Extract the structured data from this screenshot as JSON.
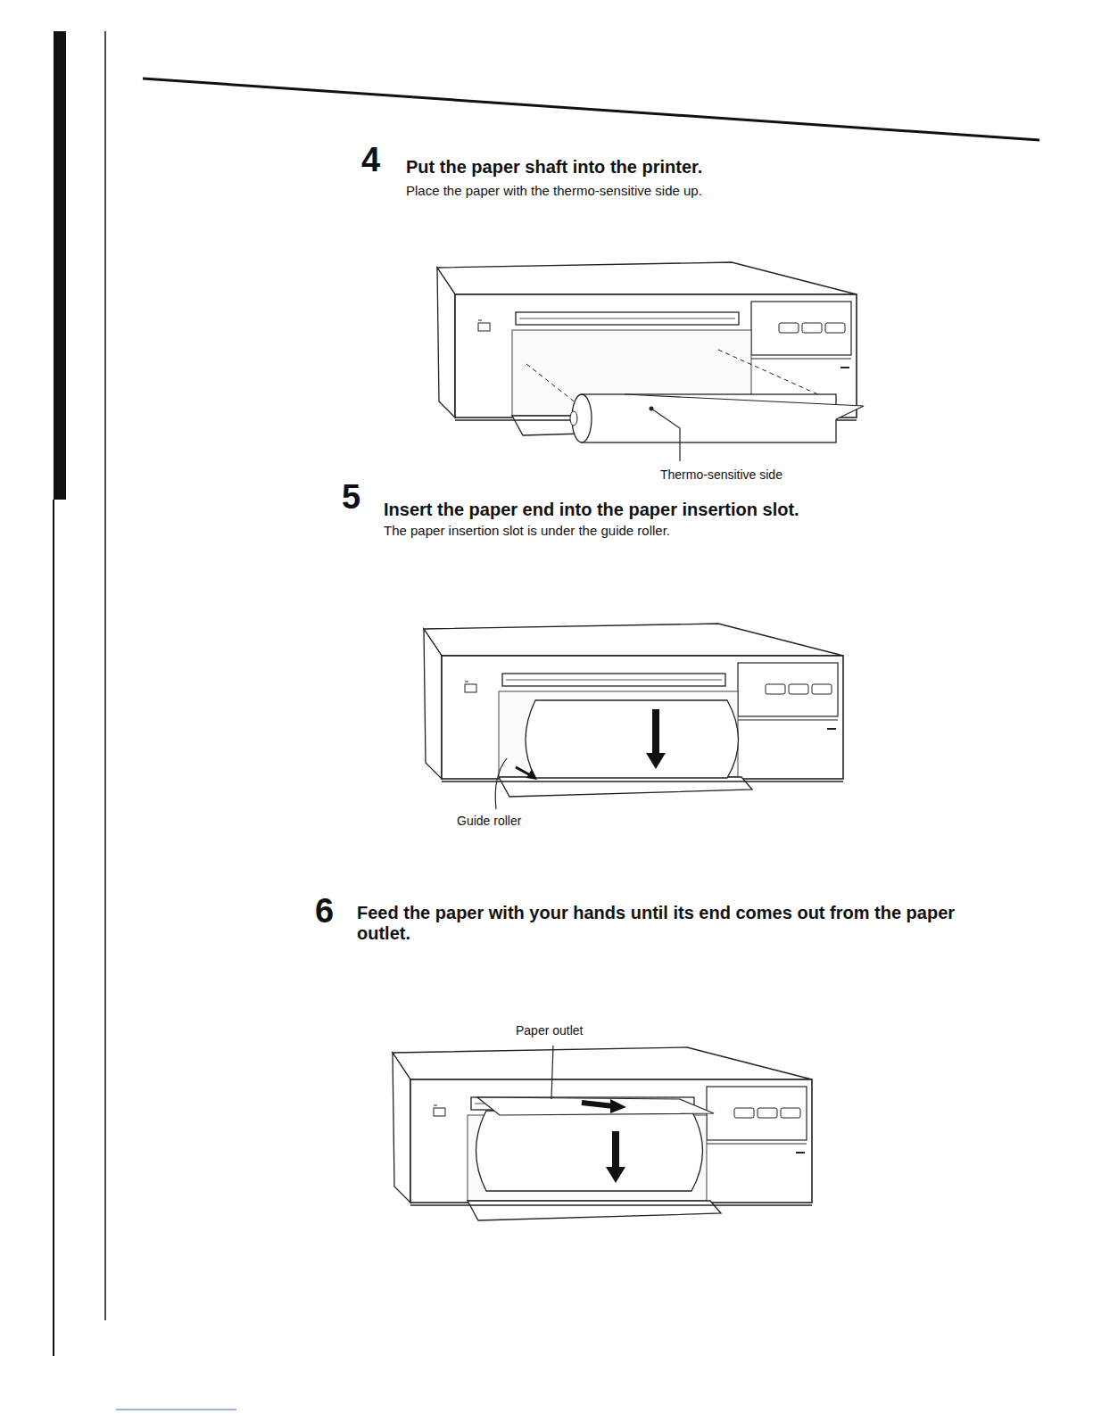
{
  "diagram": {
    "labels": [
      "4",
      "Put the paper shaft into the printer.",
      "Place the paper with the thermo-sensitive side up.",
      "Thermo-sensitive side",
      "5",
      "Insert the paper end into the paper insertion slot.",
      "The paper insertion slot is under the guide roller.",
      "Guide roller",
      "6",
      "Feed the paper with your hands until its end comes out from the paper outlet.",
      "Paper outlet"
    ]
  }
}
